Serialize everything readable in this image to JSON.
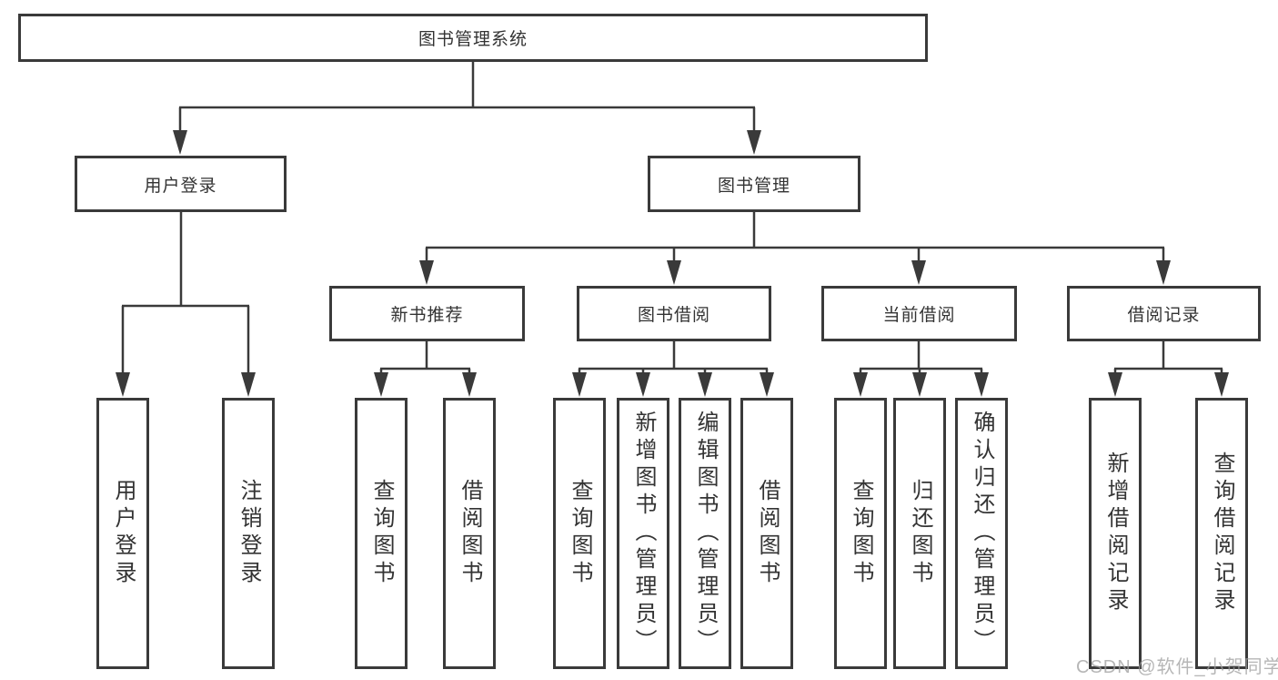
{
  "colors": {
    "line": "#3a3a3a",
    "box_border": "#3a3a3a",
    "text": "#333333",
    "background": "#ffffff",
    "watermark": "#9e9e9e"
  },
  "watermark": {
    "text": "CSDN @软件_小贺同学"
  },
  "tree": {
    "root": {
      "label": "图书管理系统"
    },
    "children": [
      {
        "label": "用户登录",
        "children": [
          {
            "label": "用户登录"
          },
          {
            "label": "注销登录"
          }
        ]
      },
      {
        "label": "图书管理",
        "children": [
          {
            "label": "新书推荐",
            "children": [
              {
                "label": "查询图书"
              },
              {
                "label": "借阅图书"
              }
            ]
          },
          {
            "label": "图书借阅",
            "children": [
              {
                "label": "查询图书"
              },
              {
                "label": "新增图书（管理员）"
              },
              {
                "label": "编辑图书（管理员）"
              },
              {
                "label": "借阅图书"
              }
            ]
          },
          {
            "label": "当前借阅",
            "children": [
              {
                "label": "查询图书"
              },
              {
                "label": "归还图书"
              },
              {
                "label": "确认归还（管理员）"
              }
            ]
          },
          {
            "label": "借阅记录",
            "children": [
              {
                "label": "新增借阅记录"
              },
              {
                "label": "查询借阅记录"
              }
            ]
          }
        ]
      }
    ]
  }
}
